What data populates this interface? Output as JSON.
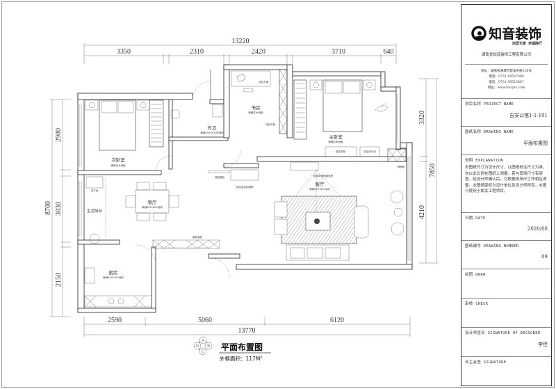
{
  "plan": {
    "title": "平面布置图",
    "area_label": "外框面积：117M",
    "area_sup": "2",
    "compass": [
      "A",
      "B",
      "C",
      "D"
    ],
    "dims": {
      "top_total": "13220",
      "top": [
        "3350",
        "2310",
        "2420",
        "3710",
        "640"
      ],
      "bottom": [
        "2590",
        "5060",
        "6120"
      ],
      "bottom_total": "13770",
      "left_total": "8700",
      "left": [
        "2980",
        "3030",
        "2150"
      ],
      "right": [
        "3320",
        "4210"
      ],
      "right_total": "7850"
    },
    "rooms": {
      "bedroom2": {
        "name": "次卧室",
        "floor": "满铺实木地板"
      },
      "bath": {
        "name": "外卫",
        "floor": "满铺300*300防滑砖"
      },
      "study": {
        "name": "书房",
        "floor": "满铺实木地板"
      },
      "master": {
        "name": "主卧室",
        "floor": "满铺实木地板"
      },
      "living": {
        "name": "客厅",
        "floor": "满铺800*800地砖"
      },
      "dining": {
        "name": "餐厅",
        "floor": "满铺800*800地砖"
      },
      "kitchen": {
        "name": "厨房",
        "floor": "满铺300*300地砖"
      },
      "balcony": {
        "name": "生活阳台"
      }
    },
    "notes": {
      "desk": "成品书桌",
      "bookcase": "成品书柜",
      "wardrobe": "成品衣柜",
      "nightstand": "成品床头柜",
      "storage": "储物柜",
      "tv_wall": "电视背景墙面造型",
      "shoe": "成品鞋柜",
      "partition": "成品金鱼缸隔断",
      "sink": "洗手台",
      "wine": "矮柜酒柜"
    }
  },
  "title_block": {
    "brand": "知音装饰",
    "slogan": "尚爱天家  幸福随行",
    "company": "湖南省知音装饰工程有限公司",
    "address": "地址：湖南省湘潭市建设中路158号",
    "tel1": "电话：0731-58567000",
    "tel2": "电话：0731-58515887",
    "web": "网址：www.hnzyzs.com",
    "project_label": "项目名称 PROJECT NAME",
    "project_value": "吉安公馆1-1-101",
    "drawing_label": "图纸名称 DRAWING NAME",
    "drawing_value": "平面布置图",
    "explanation_label": "说明 EXPLANATION",
    "explanation_text": "本图纸尺寸为设计尺寸，以图纸标注尺寸为准，勿以此比例在图纸上测量，若与现场尺寸有误差，经设计师确认后，可根据现场尺寸作相应调整。本图纸版权为设计单位及设计师所有，本图只使用于相关工程项目。",
    "date_label": "日期  DATE",
    "date_value": "2020/08",
    "number_label": "图纸编号 DRAWING NUMBER",
    "number_value": "09",
    "draw_label": "绘图  DRAW",
    "check_label": "审核  CHECK",
    "designer_label": "设计师签名 SIGNATURE OF DESIGNER",
    "designer_value": "李佳",
    "owner_label": "业主会签 SIGNATURE"
  }
}
